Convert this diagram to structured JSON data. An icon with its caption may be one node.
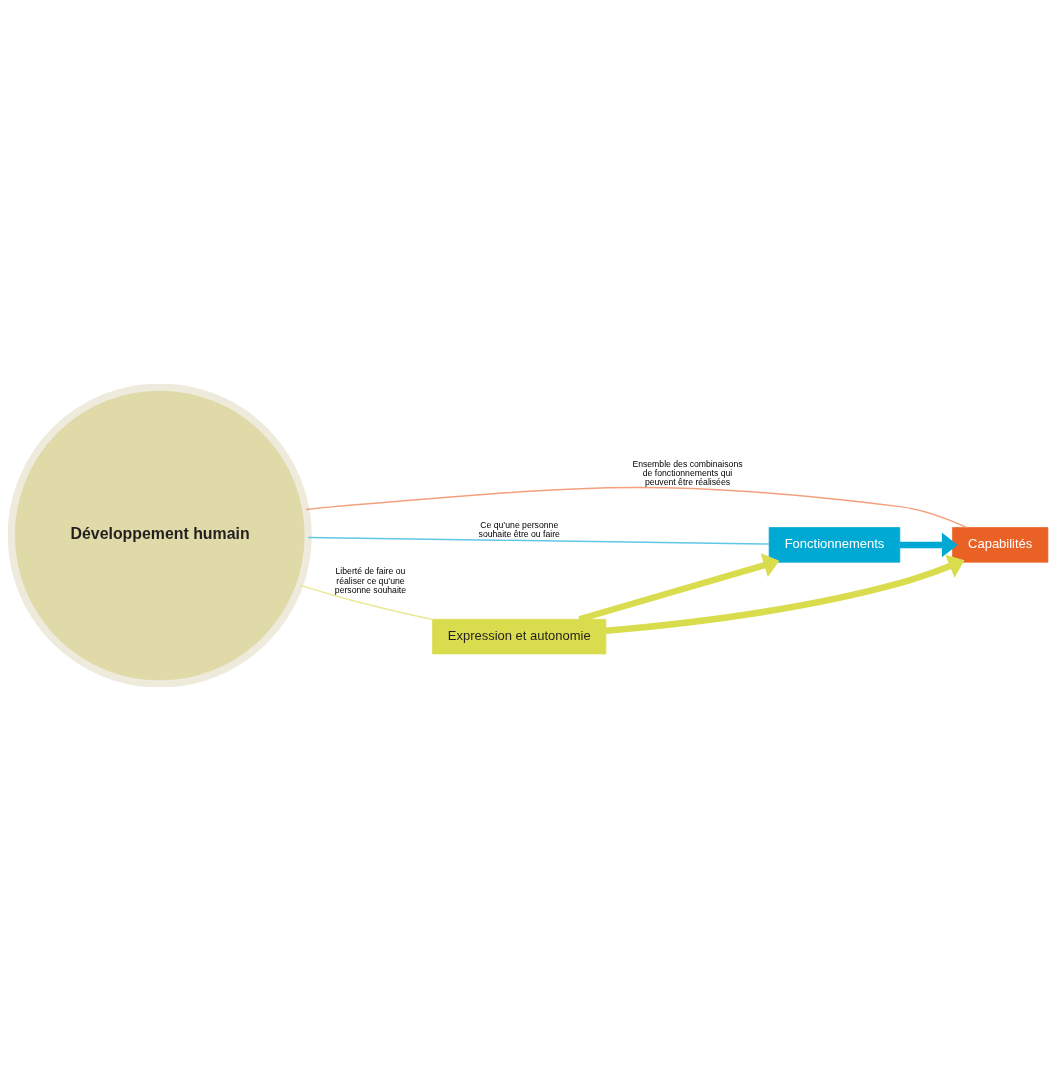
{
  "diagram": {
    "nodes": [
      {
        "text": [
          "Fonctionnements"
        ]
      },
      {
        "text": [
          "Capabilités"
        ]
      },
      {
        "text": [
          "Expression et autonomie"
        ]
      },
      {
        "text": [
          "Développement humain"
        ]
      }
    ],
    "edges": [
      {
        "from": 0,
        "to": 1,
        "arrow": "to",
        "style": "thick",
        "color": "#00a9d4"
      },
      {
        "from": 2,
        "to": 1,
        "arrow": "to",
        "style": "thick",
        "color": "#d9dc4c"
      },
      {
        "from": 2,
        "to": 0,
        "arrow": "to",
        "style": "thick",
        "color": "#d9dc4c"
      },
      {
        "from": 3,
        "to": 0,
        "arrow": "none",
        "label": "Ce qu’une personne souhaite être ou faire",
        "color": "#62c6e5"
      },
      {
        "from": 3,
        "to": 1,
        "arrow": "none",
        "label": "Ensemble des combinaisons de fonctionnements qui peuvent être réalisées",
        "color": "#f4a07c"
      },
      {
        "from": 3,
        "to": 2,
        "arrow": "none",
        "label": "Liberté de faire ou réaliser ce qu’une personne souhaite",
        "color": "#e8ea96"
      }
    ]
  }
}
